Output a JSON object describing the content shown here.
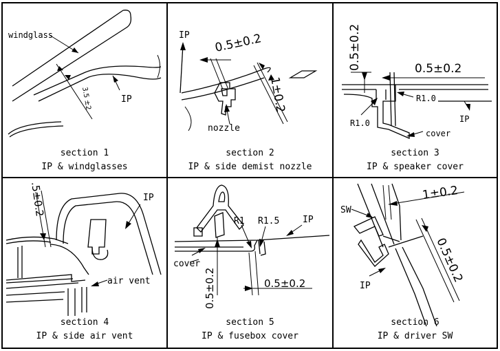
{
  "sections": [
    {
      "title": "section 1",
      "subtitle": "IP & windglasses",
      "labels": {
        "windglass": "windglass",
        "ip": "IP",
        "dim": "3.5 ±2"
      }
    },
    {
      "title": "section 2",
      "subtitle": "IP & side demist nozzle",
      "labels": {
        "ip": "IP",
        "nozzle": "nozzle",
        "dim_a": "0.5±0.2",
        "dim_b": "1±0.2"
      }
    },
    {
      "title": "section 3",
      "subtitle": "IP & speaker cover",
      "labels": {
        "ip": "IP",
        "cover": "cover",
        "r_left": "R1.0",
        "r_right": "R1.0",
        "dim_a": "0.5±0.2",
        "dim_b": "0.5±0.2"
      }
    },
    {
      "title": "section 4",
      "subtitle": "IP & side air vent",
      "labels": {
        "ip": "IP",
        "air_vent": "air vent",
        "dim": ".5±0.2"
      }
    },
    {
      "title": "section 5",
      "subtitle": "IP & fusebox cover",
      "labels": {
        "ip": "IP",
        "cover": "cover",
        "r1": "R1",
        "r15": "R1.5",
        "dim_a": "0.5±0.2",
        "dim_b": "0.5±0.2"
      }
    },
    {
      "title": "section 6",
      "subtitle": "IP & driver SW",
      "labels": {
        "ip": "IP",
        "sw": "SW",
        "dim_a": "1±0.2",
        "dim_b": "0.5±0.2"
      }
    }
  ]
}
